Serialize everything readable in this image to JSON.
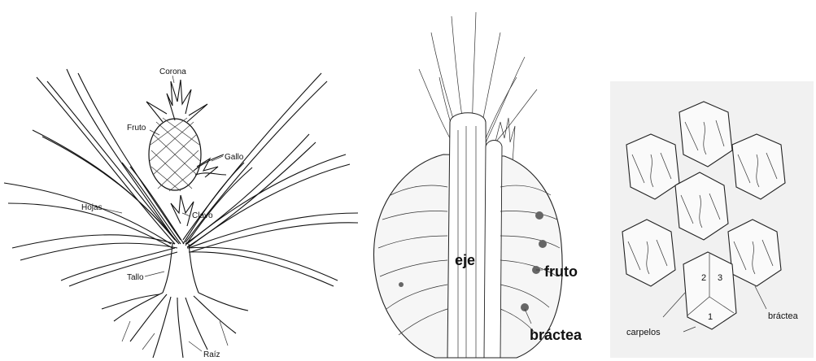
{
  "panel_plant": {
    "labels": {
      "corona": "Corona",
      "fruto": "Fruto",
      "gallo": "Gallo",
      "hojas": "Hojas",
      "clavo": "Clavo",
      "tallo": "Tallo",
      "raiz": "Raíz"
    }
  },
  "panel_section": {
    "labels": {
      "eje": "eje",
      "fruto": "fruto",
      "bractea": "bráctea"
    }
  },
  "panel_fruitlets": {
    "labels": {
      "carpelos": "carpelos",
      "bractea": "bráctea",
      "num2": "2",
      "num3": "3",
      "num1": "1"
    }
  }
}
